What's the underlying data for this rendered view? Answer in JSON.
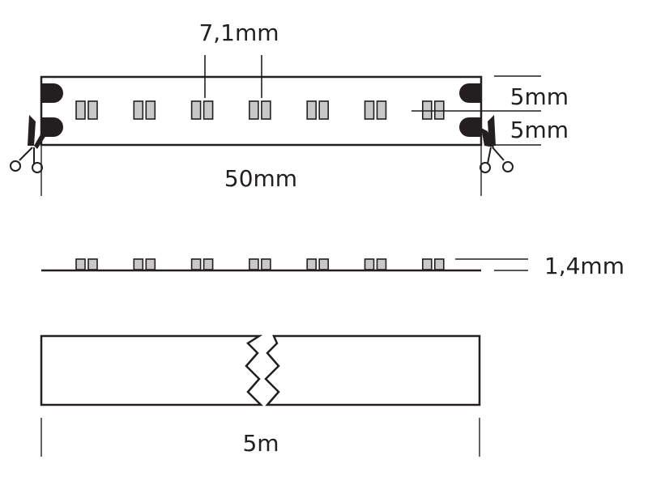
{
  "labels": {
    "led_pitch": "7,1mm",
    "half_width_top": "5mm",
    "half_width_bottom": "5mm",
    "cut_length": "50mm",
    "thickness": "1,4mm",
    "reel_length": "5m"
  },
  "colors": {
    "line": "#231f20",
    "led_fill": "#c8c8c8",
    "background": "#ffffff"
  },
  "icons": [
    "scissors-icon",
    "solder-pad-icon",
    "break-line-icon"
  ],
  "led_count_per_segment": 7
}
